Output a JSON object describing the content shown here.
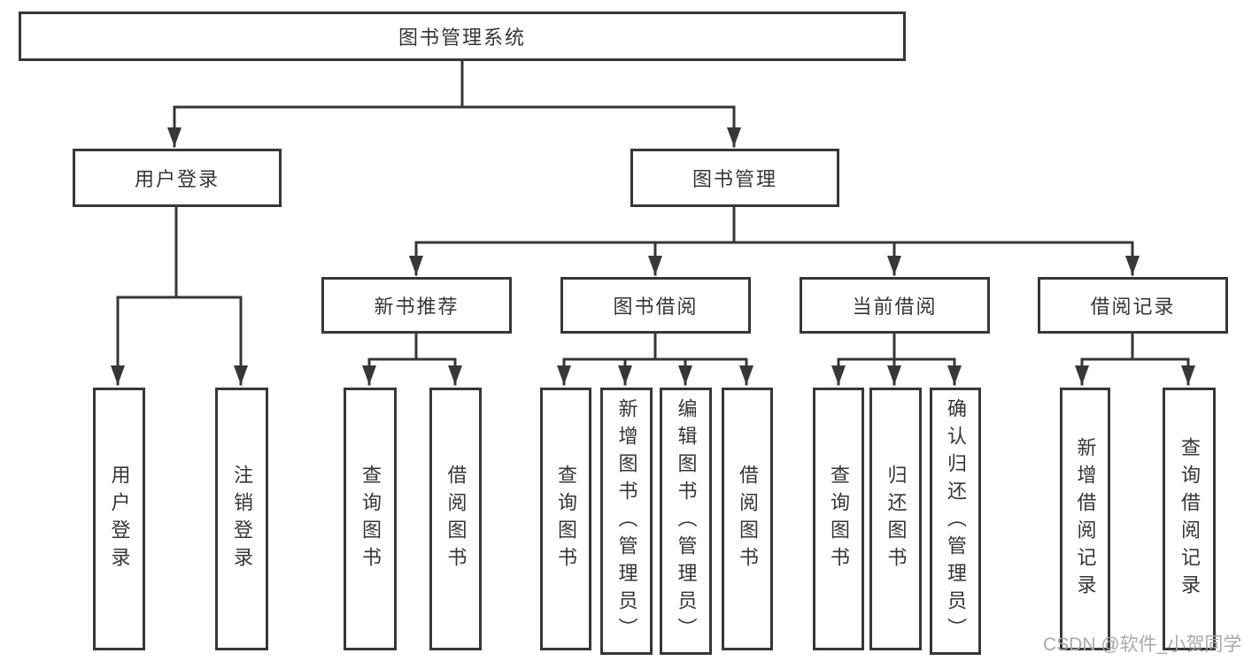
{
  "diagram_type": "hierarchy-tree",
  "root": {
    "label": "图书管理系统"
  },
  "branches": [
    {
      "label": "用户登录",
      "leaves": [
        {
          "label": "用户登录"
        },
        {
          "label": "注销登录"
        }
      ]
    },
    {
      "label": "图书管理",
      "groups": [
        {
          "label": "新书推荐",
          "leaves": [
            {
              "label": "查询图书"
            },
            {
              "label": "借阅图书"
            }
          ]
        },
        {
          "label": "图书借阅",
          "leaves": [
            {
              "label": "查询图书"
            },
            {
              "label": "新增图书（管理员）"
            },
            {
              "label": "编辑图书（管理员）"
            },
            {
              "label": "借阅图书"
            }
          ]
        },
        {
          "label": "当前借阅",
          "leaves": [
            {
              "label": "查询图书"
            },
            {
              "label": "归还图书"
            },
            {
              "label": "确认归还（管理员）"
            }
          ]
        },
        {
          "label": "借阅记录",
          "leaves": [
            {
              "label": "新增借阅记录"
            },
            {
              "label": "查询借阅记录"
            }
          ]
        }
      ]
    }
  ],
  "watermark": {
    "text": "CSDN @软件_小贺同学"
  },
  "colors": {
    "line": "#373737",
    "text": "#363636",
    "box_background": "#ffffff",
    "page_background": "#ffffff",
    "watermark": "#a5a5a5"
  }
}
